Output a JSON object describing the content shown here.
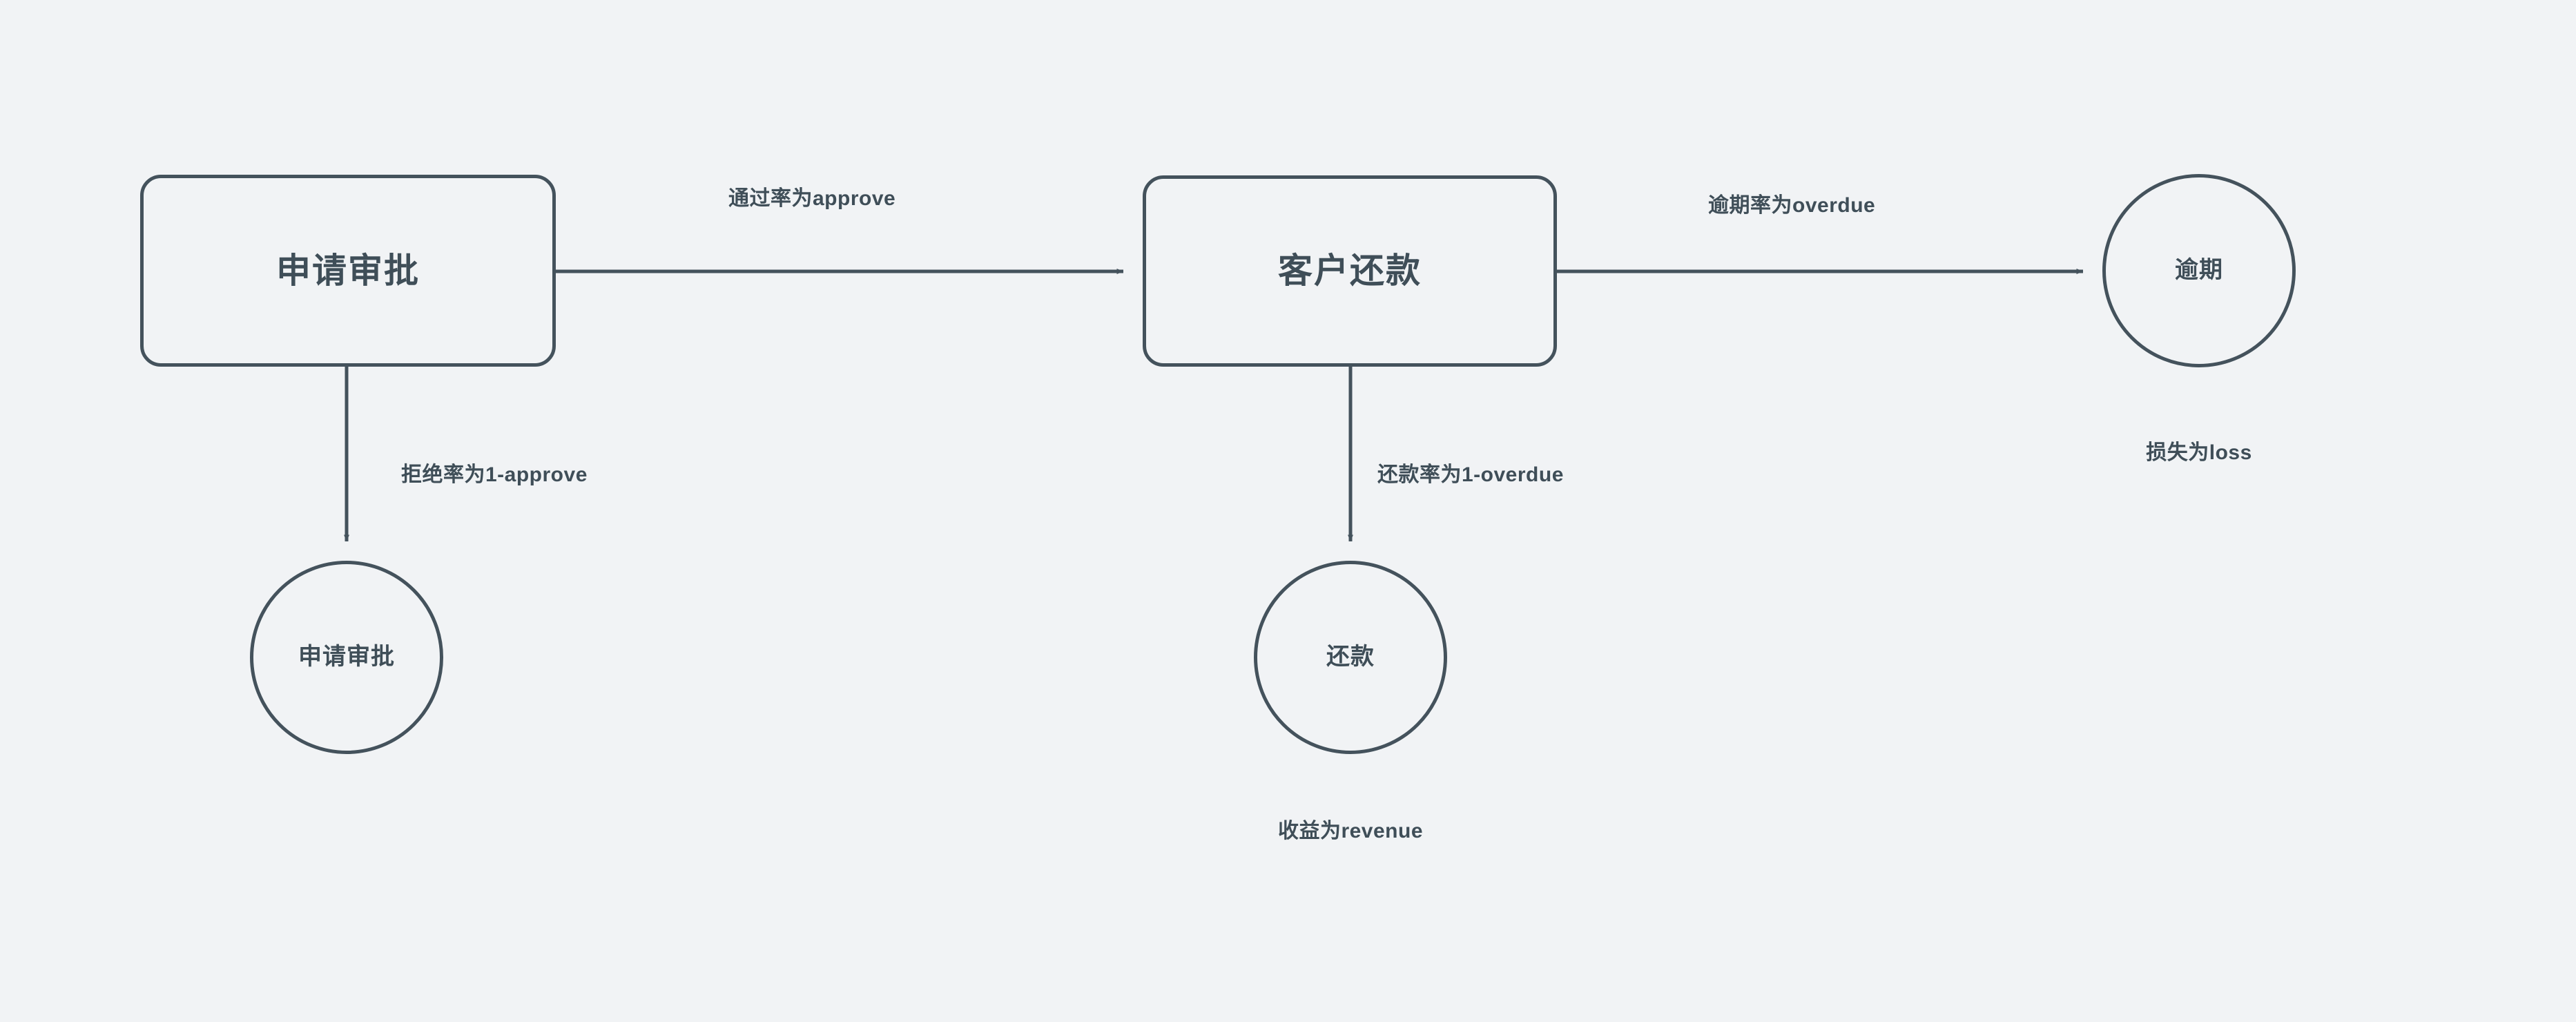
{
  "diagram": {
    "type": "flowchart",
    "background_color": "#f1f3f5",
    "stroke_color": "#44525c",
    "text_color": "#3f4e58",
    "nodes": [
      {
        "id": "apply",
        "label": "申请审批",
        "shape": "rounded-rect"
      },
      {
        "id": "repay_process",
        "label": "客户还款",
        "shape": "rounded-rect"
      },
      {
        "id": "reject",
        "label": "申请审批",
        "shape": "circle"
      },
      {
        "id": "repay",
        "label": "还款",
        "shape": "circle"
      },
      {
        "id": "overdue",
        "label": "逾期",
        "shape": "circle"
      }
    ],
    "edges": [
      {
        "from": "apply",
        "to": "repay_process",
        "label": "通过率为approve"
      },
      {
        "from": "apply",
        "to": "reject",
        "label": "拒绝率为1-approve"
      },
      {
        "from": "repay_process",
        "to": "overdue",
        "label": "逾期率为overdue"
      },
      {
        "from": "repay_process",
        "to": "repay",
        "label": "还款率为1-overdue"
      }
    ],
    "captions": [
      {
        "for": "overdue",
        "text": "损失为loss"
      },
      {
        "for": "repay",
        "text": "收益为revenue"
      }
    ]
  }
}
